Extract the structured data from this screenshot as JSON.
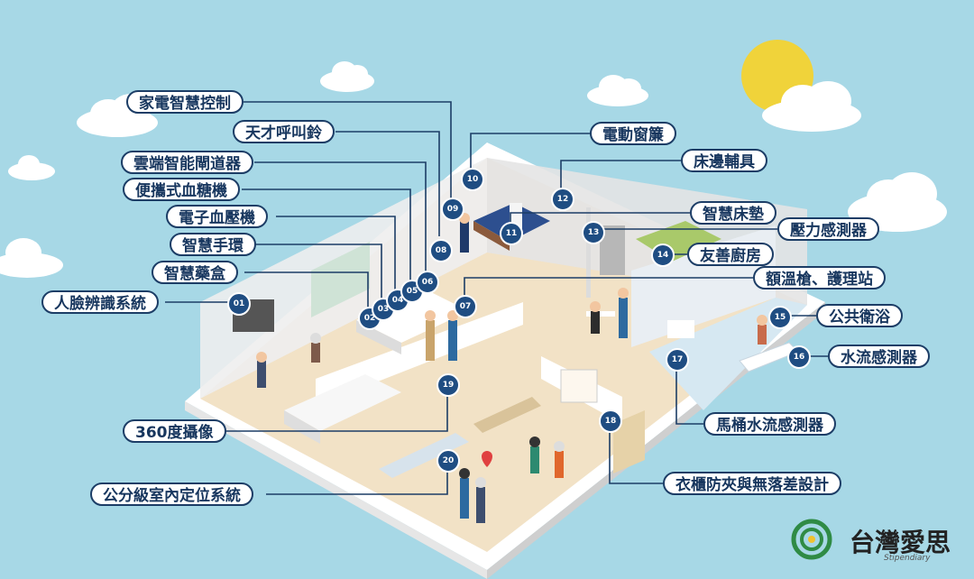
{
  "labels": {
    "l01": "人臉辨識系統",
    "l02": "智慧藥盒",
    "l03": "智慧手環",
    "l04": "電子血壓機",
    "l05": "便攜式血糖機",
    "l06": "雲端智能閘道器",
    "l07": "額溫槍、護理站",
    "l08": "天才呼叫鈴",
    "l09": "家電智慧控制",
    "l10": "電動窗簾",
    "l11": "智慧床墊",
    "l12": "床邊輔具",
    "l13": "壓力感測器",
    "l14": "友善廚房",
    "l15": "公共衛浴",
    "l16": "水流感測器",
    "l17": "馬桶水流感測器",
    "l18": "衣櫃防夾與無落差設計",
    "l19": "360度攝像",
    "l20": "公分級室內定位系統"
  },
  "numbers": {
    "n01": "01",
    "n02": "02",
    "n03": "03",
    "n04": "04",
    "n05": "05",
    "n06": "06",
    "n07": "07",
    "n08": "08",
    "n09": "09",
    "n10": "10",
    "n11": "11",
    "n12": "12",
    "n13": "13",
    "n14": "14",
    "n15": "15",
    "n16": "16",
    "n17": "17",
    "n18": "18",
    "n19": "19",
    "n20": "20"
  },
  "brand": {
    "name": "台灣愛思",
    "sub": "Stipendiary"
  },
  "colors": {
    "sky": "#a7d8e6",
    "navy": "#1c3d66",
    "sun": "#f0d33a",
    "logo_green": "#2f8b45"
  }
}
